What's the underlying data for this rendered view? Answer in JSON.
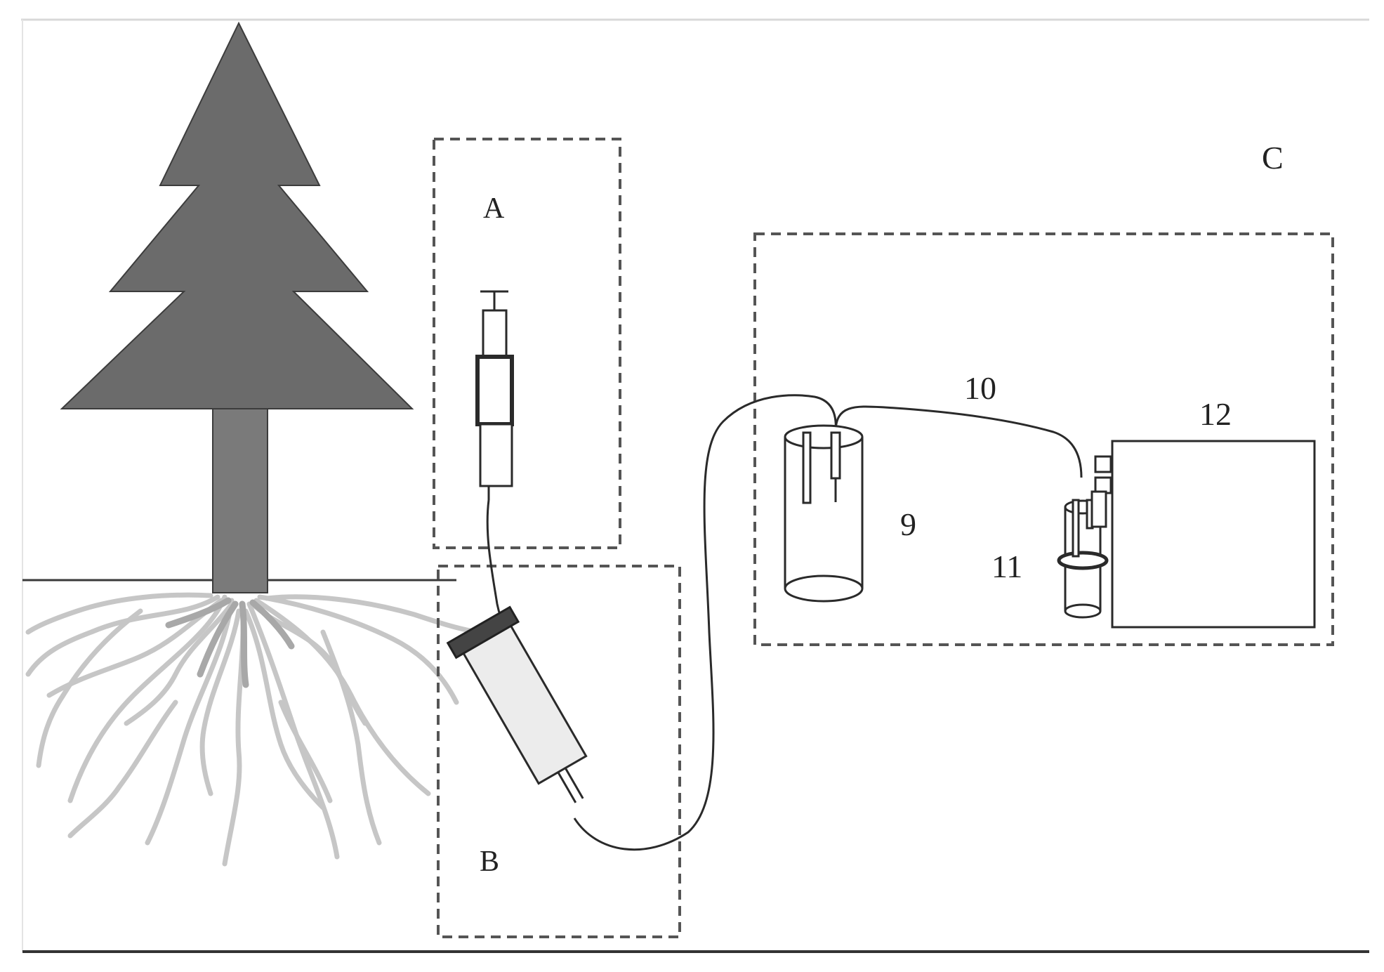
{
  "labels": {
    "A": "A",
    "B": "B",
    "C": "C",
    "n9": "9",
    "n10": "10",
    "n11": "11",
    "n12": "12"
  },
  "colors": {
    "background": "#ffffff",
    "tree_foliage": "#6b6b6b",
    "tree_trunk": "#7a7a7a",
    "roots": "#c6c6c6",
    "outline": "#2a2a2a",
    "dashed_box": "#555555",
    "syringe_cap": "#444444",
    "cartridge_fill": "#ececec"
  },
  "icons": {
    "tree": "conifer-tree-icon",
    "syringe": "syringe-icon",
    "cartridge": "soil-sampling-cartridge-icon",
    "bottle_9": "collection-bottle-icon",
    "bottle_11": "small-vial-icon",
    "analyzer_12": "analyzer-box-icon"
  }
}
